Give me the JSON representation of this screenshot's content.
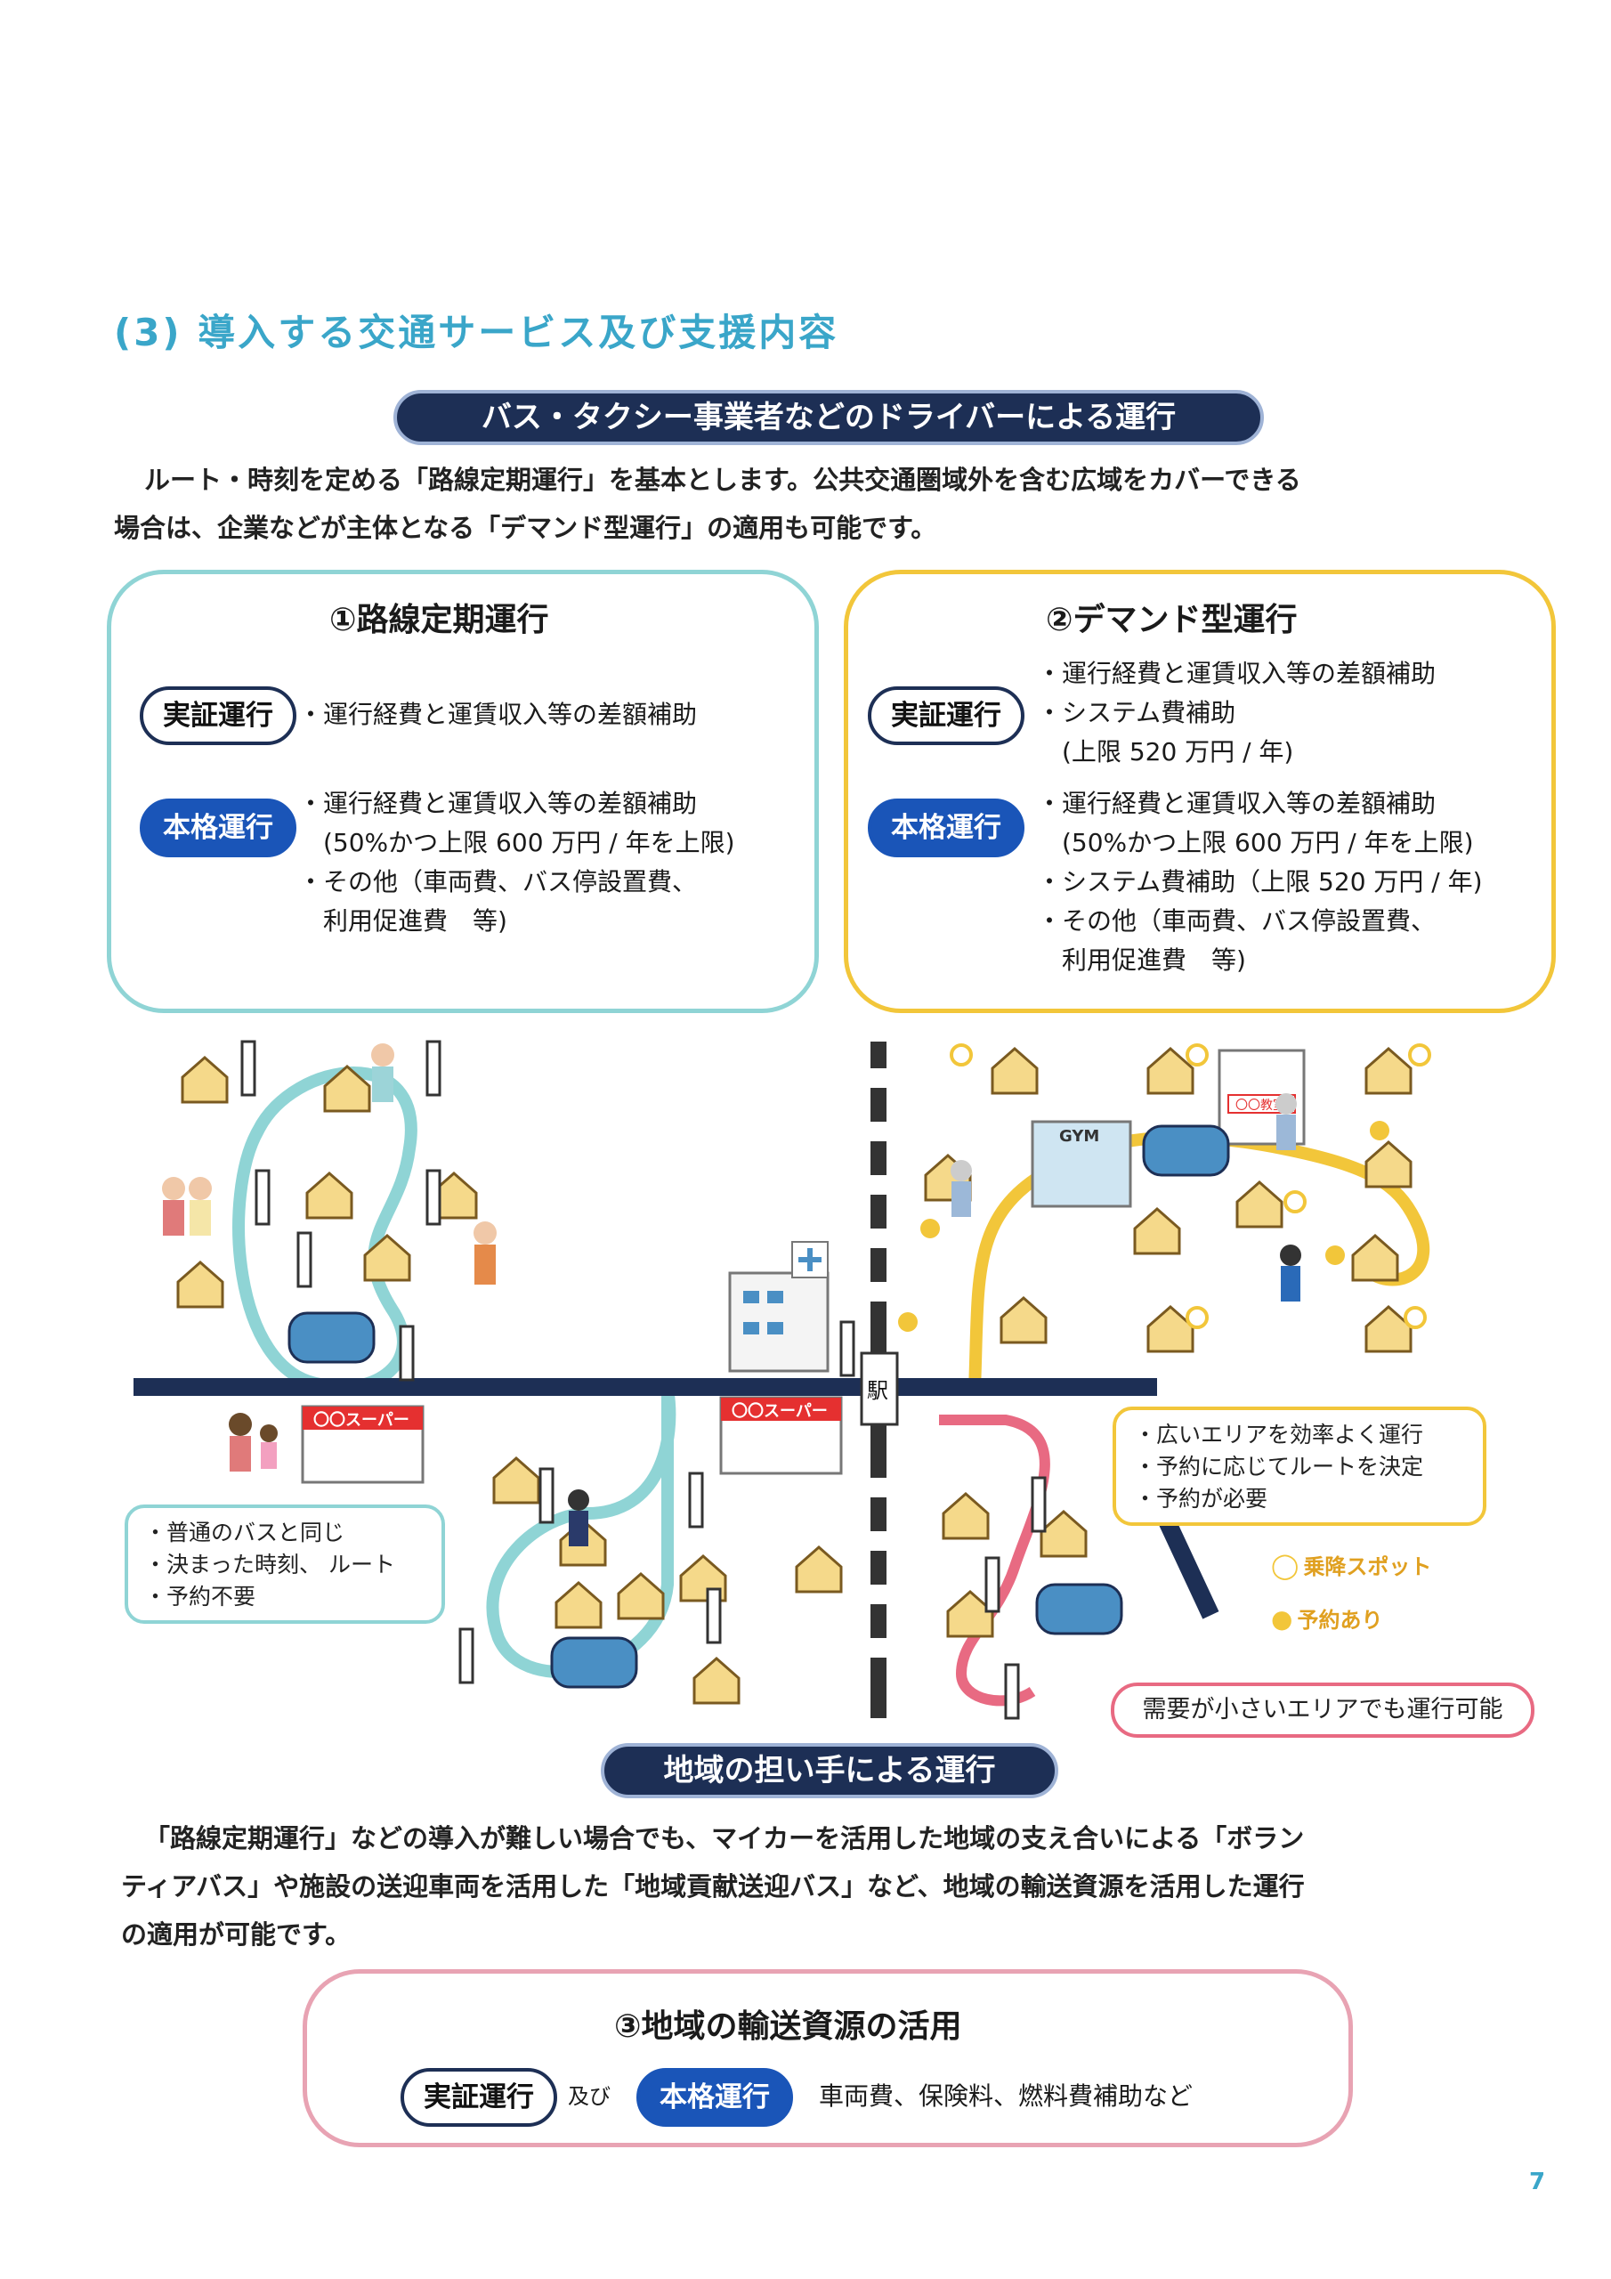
{
  "section_title": "(3) 導入する交通サービス及び支援内容",
  "header1": "バス・タクシー事業者などのドライバーによる運行",
  "intro1": [
    "ルート・時刻を定める「路線定期運行」を基本とします。公共交通圏域外を含む広域をカバーできる",
    "場合は、企業などが主体となる「デマンド型運行」の適用も可能です。"
  ],
  "panel1": {
    "title": "①路線定期運行",
    "badge_trial": "実証運行",
    "trial_items": [
      "・運行経費と運賃収入等の差額補助"
    ],
    "badge_full": "本格運行",
    "full_items": [
      "・運行経費と運賃収入等の差額補助",
      "　(50%かつ上限 600 万円 / 年を上限)",
      "・その他（車両費、バス停設置費、",
      "　利用促進費　等)"
    ]
  },
  "panel2": {
    "title": "②デマンド型運行",
    "badge_trial": "実証運行",
    "trial_items": [
      "・運行経費と運賃収入等の差額補助",
      "・システム費補助",
      "　(上限 520 万円 / 年)"
    ],
    "badge_full": "本格運行",
    "full_items": [
      "・運行経費と運賃収入等の差額補助",
      "　(50%かつ上限 600 万円 / 年を上限)",
      "・システム費補助（上限 520 万円 / 年)",
      "・その他（車両費、バス停設置費、",
      "　利用促進費　等)"
    ]
  },
  "illustration": {
    "station_label": "駅",
    "supermarket_label": "〇〇スーパー",
    "gym_label": "GYM",
    "classroom_label": "〇〇教室",
    "note_route": [
      "・普通のバスと同じ",
      "・決まった時刻、 ルート",
      "・予約不要"
    ],
    "note_demand": [
      "・広いエリアを効率よく運行",
      "・予約に応じてルートを決定",
      "・予約が必要"
    ],
    "note_small": "需要が小さいエリアでも運行可能",
    "legend_spot": "乗降スポット",
    "legend_reserved": "予約あり",
    "colors": {
      "route": "#8fd4d5",
      "demand": "#f2c63a",
      "small": "#e86a82",
      "road": "#1d2f55",
      "bus": "#4a8fc4"
    }
  },
  "header2": "地域の担い手による運行",
  "intro2": [
    "「路線定期運行」などの導入が難しい場合でも、マイカーを活用した地域の支え合いによる「ボラン",
    "ティアバス」や施設の送迎車両を活用した「地域貢献送迎バス」など、地域の輸送資源を活用した運行",
    "の適用が可能です。"
  ],
  "panel3": {
    "title": "③地域の輸送資源の活用",
    "badge_trial": "実証運行",
    "connector": "及び",
    "badge_full": "本格運行",
    "text": "車両費、保険料、燃料費補助など"
  },
  "page_number": "7"
}
